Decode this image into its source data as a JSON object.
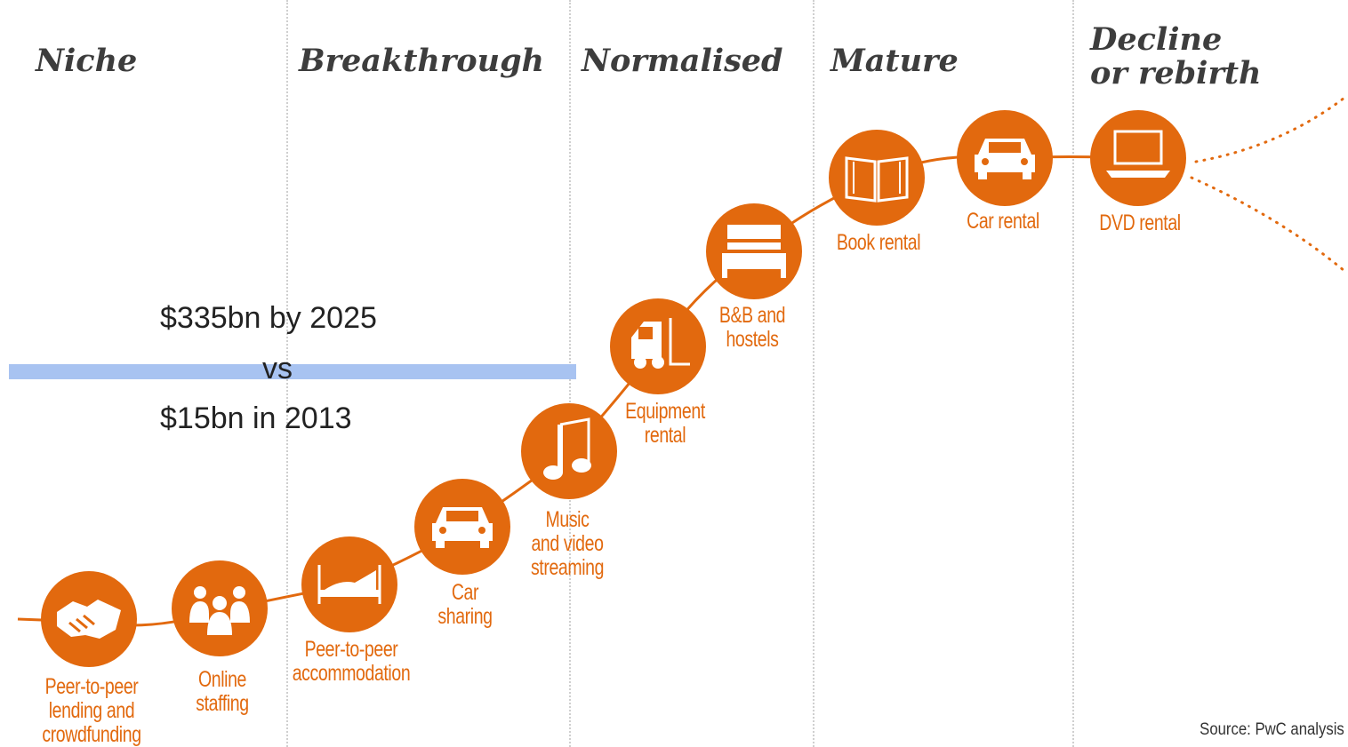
{
  "phases": [
    {
      "lines": [
        "Niche"
      ]
    },
    {
      "lines": [
        "Breakthrough"
      ]
    },
    {
      "lines": [
        "Normalised"
      ]
    },
    {
      "lines": [
        "Mature"
      ]
    },
    {
      "lines": [
        "Decline",
        "or rebirth"
      ]
    }
  ],
  "stages": [
    {
      "icon": "handshake-icon",
      "label": [
        "Peer-to-peer",
        "lending and",
        "crowdfunding"
      ]
    },
    {
      "icon": "people-group-icon",
      "label": [
        "Online",
        "staffing"
      ]
    },
    {
      "icon": "bed-icon",
      "label": [
        "Peer-to-peer",
        "accommodation"
      ]
    },
    {
      "icon": "car-icon",
      "label": [
        "Car",
        "sharing"
      ]
    },
    {
      "icon": "music-note-icon",
      "label": [
        "Music",
        "and video",
        "streaming"
      ]
    },
    {
      "icon": "forklift-icon",
      "label": [
        "Equipment",
        "rental"
      ]
    },
    {
      "icon": "hotel-bed-icon",
      "label": [
        "B&B and",
        "hostels"
      ]
    },
    {
      "icon": "book-icon",
      "label": [
        "Book rental"
      ]
    },
    {
      "icon": "car-icon",
      "label": [
        "Car rental"
      ]
    },
    {
      "icon": "laptop-icon",
      "label": [
        "DVD rental"
      ]
    }
  ],
  "callout": {
    "line1": "$335bn by 2025",
    "line2": "vs",
    "line3": "$15bn in 2013"
  },
  "source": "Source: PwC analysis",
  "colors": {
    "accent": "#e2690e",
    "bar": "#a8c3f1",
    "phase_text": "#3d3d3d"
  }
}
